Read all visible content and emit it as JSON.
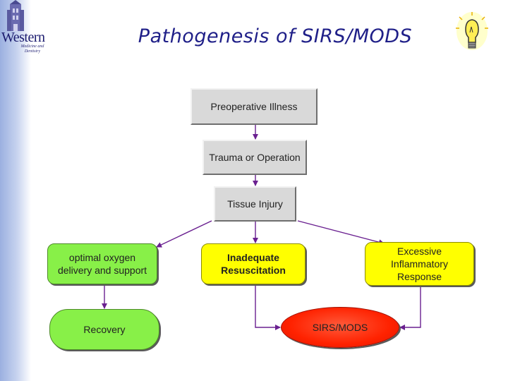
{
  "logo": {
    "word": "Western",
    "subtitle": "Medicine and Dentistry"
  },
  "title": "Pathogenesis of SIRS/MODS",
  "icons": {
    "bulb": "lightbulb-icon"
  },
  "nodes": {
    "preop": "Preoperative Illness",
    "trauma": "Trauma or Operation",
    "tissue": "Tissue Injury",
    "optimal": "optimal oxygen delivery and support",
    "recovery": "Recovery",
    "inadequate": "Inadequate Resuscitation",
    "excessive": "Excessive Inflammatory Response",
    "sirs": "SIRS/MODS"
  },
  "colors": {
    "arrow": "#6a2090",
    "gray_box": "#d9d9d9",
    "green_box": "#88f048",
    "yellow_box": "#ffff00",
    "red_ellipse": "#ff2200",
    "title": "#1f1f88"
  }
}
